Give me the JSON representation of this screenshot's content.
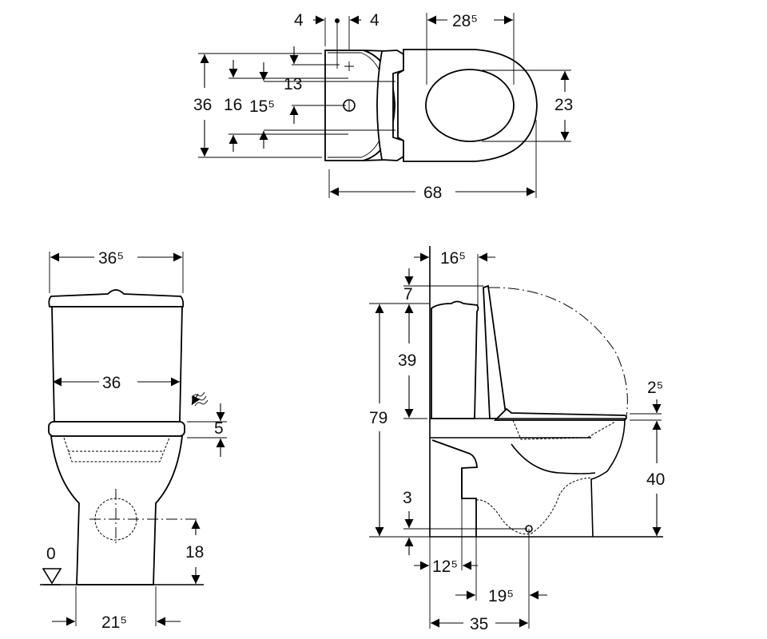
{
  "top_view": {
    "dims": {
      "offset_left": "4",
      "offset_right": "4",
      "seat_opening_length": "28⁵",
      "total_depth": "36",
      "fixing_16": "16",
      "fixing_15_5": "15⁵",
      "fixing_13": "13",
      "seat_opening_width": "23",
      "total_length": "68"
    }
  },
  "front_view": {
    "dims": {
      "tank_width": "36⁵",
      "seat_width": "36",
      "water_inlet_height": "5",
      "outlet_height": "18",
      "base_width": "21⁵",
      "floor_level": "0"
    }
  },
  "side_view": {
    "dims": {
      "wall_to_lid": "16⁵",
      "lid_above_tank": "7",
      "tank_height": "39",
      "total_height": "79",
      "seat_thickness": "2⁵",
      "seat_height": "40",
      "outlet_above_floor": "3",
      "wall_to_foot": "12⁵",
      "foot_to_outlet": "19⁵",
      "wall_to_outlet": "35"
    }
  }
}
